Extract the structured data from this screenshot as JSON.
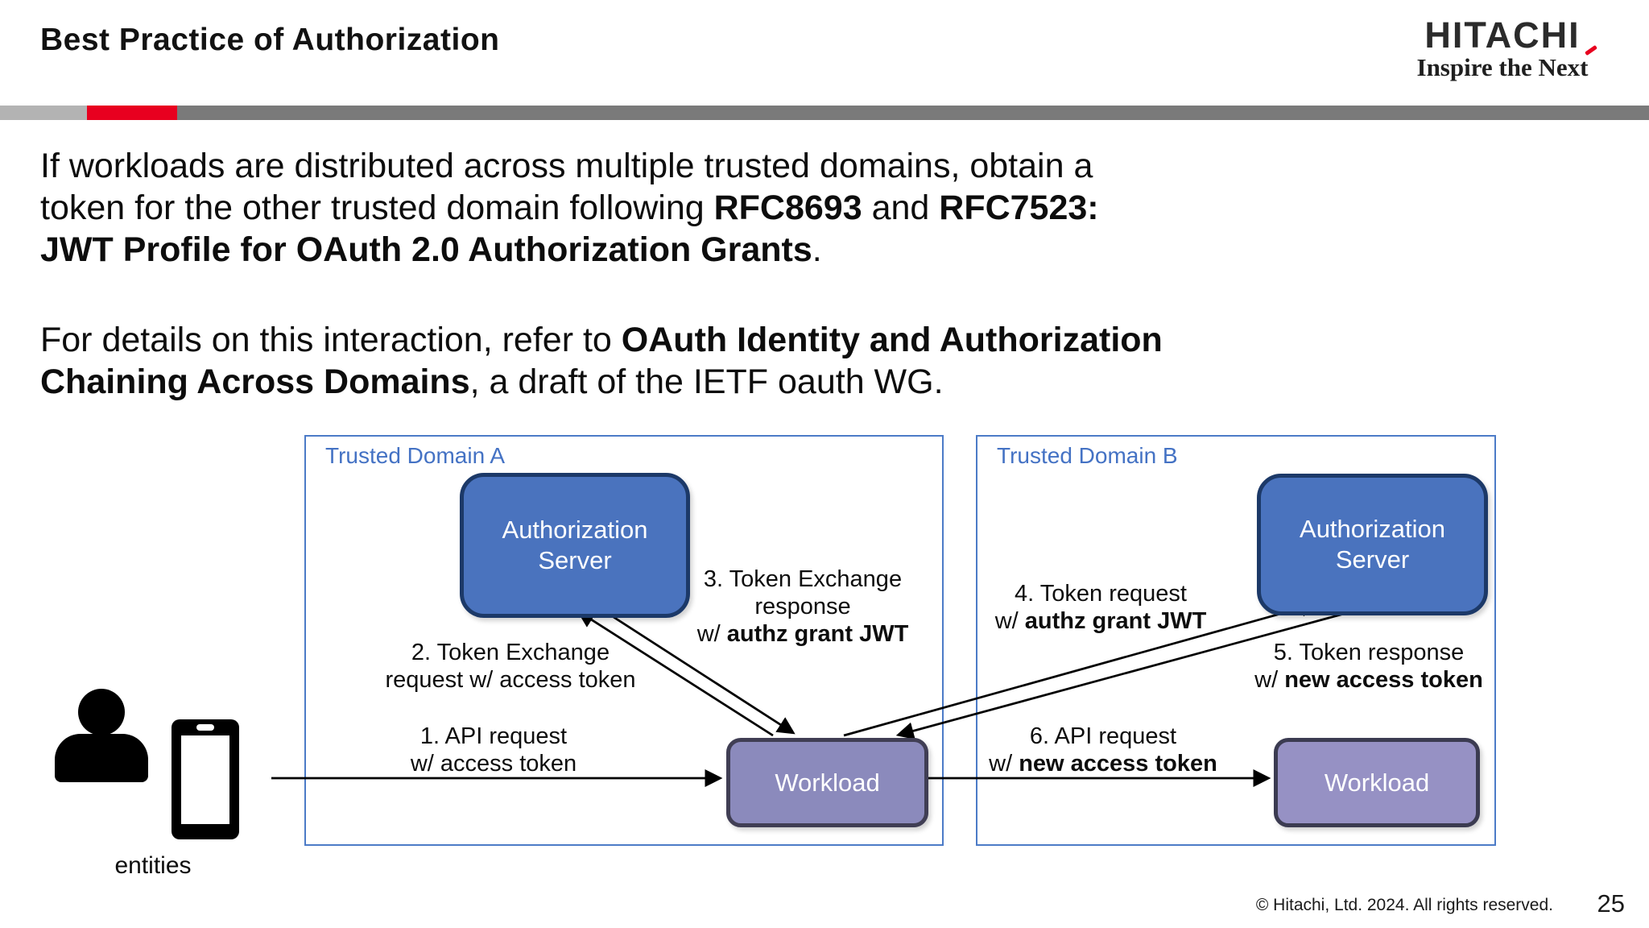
{
  "header": {
    "title": "Best Practice of Authorization",
    "logo": {
      "brand": "HITACHI",
      "tagline": "Inspire the Next"
    }
  },
  "intro": {
    "p1": [
      {
        "t": "If workloads are distributed across multiple trusted domains, obtain a",
        "br": true
      },
      {
        "t": "token for the other trusted domain following "
      },
      {
        "t": "RFC8693",
        "b": true
      },
      {
        "t": " and "
      },
      {
        "t": "RFC7523:",
        "b": true,
        "br": true
      },
      {
        "t": "JWT Profile for OAuth 2.0 Authorization Grants",
        "b": true
      },
      {
        "t": "."
      }
    ],
    "p2": [
      {
        "t": "For details on this interaction, refer to "
      },
      {
        "t": "OAuth Identity and Authorization",
        "b": true,
        "br": true
      },
      {
        "t": "Chaining Across Domains",
        "b": true
      },
      {
        "t": ", a draft of the IETF oauth WG."
      }
    ]
  },
  "diagram": {
    "domain_a": {
      "label": "Trusted Domain A",
      "auth_server": "Authorization Server",
      "workload": "Workload"
    },
    "domain_b": {
      "label": "Trusted Domain B",
      "auth_server": "Authorization Server",
      "workload": "Workload"
    },
    "entities_label": "entities",
    "steps": [
      {
        "runs": [
          {
            "t": "1. API request",
            "br": true
          },
          {
            "t": "w/ access token"
          }
        ]
      },
      {
        "runs": [
          {
            "t": "2. Token Exchange",
            "br": true
          },
          {
            "t": "request w/ access token"
          }
        ]
      },
      {
        "runs": [
          {
            "t": "3. Token Exchange",
            "br": true
          },
          {
            "t": "response",
            "br": true
          },
          {
            "t": "w/ "
          },
          {
            "t": "authz grant JWT",
            "b": true
          }
        ]
      },
      {
        "runs": [
          {
            "t": "4. Token request",
            "br": true
          },
          {
            "t": "w/ "
          },
          {
            "t": "authz grant JWT",
            "b": true
          }
        ]
      },
      {
        "runs": [
          {
            "t": "5. Token response",
            "br": true
          },
          {
            "t": "w/ "
          },
          {
            "t": "new access token",
            "b": true
          }
        ]
      },
      {
        "runs": [
          {
            "t": "6. API request",
            "br": true
          },
          {
            "t": "w/ "
          },
          {
            "t": "new access token",
            "b": true
          }
        ]
      }
    ]
  },
  "footer": {
    "copyright": "© Hitachi, Ltd. 2024. All rights reserved.",
    "page_number": "25"
  },
  "colors": {
    "accent_red": "#e8001f",
    "bar_gray_light": "#b3b3b3",
    "bar_gray_dark": "#7a7a7a",
    "domain_blue": "#4c7bc7",
    "domain_label_blue": "#4472c4",
    "server_fill": "#4a73be",
    "server_border": "#1c3968",
    "workload_a_fill": "#8b8abc",
    "workload_a_border": "#403e54",
    "workload_b_fill": "#9691c4",
    "workload_b_border": "#3b3b51"
  }
}
